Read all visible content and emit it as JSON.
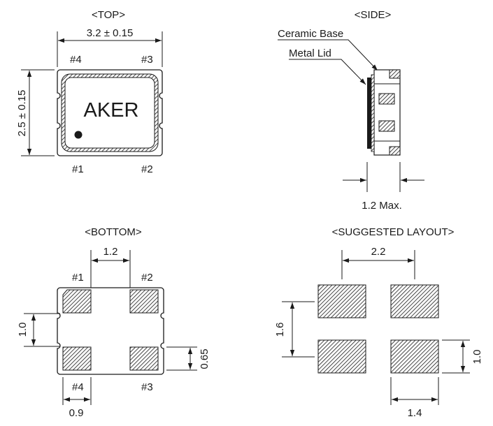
{
  "top_view": {
    "title": "<TOP>",
    "width_dim": "3.2 ± 0.15",
    "height_dim": "2.5 ± 0.15",
    "brand": "AKER",
    "pins": {
      "p4": "#4",
      "p3": "#3",
      "p1": "#1",
      "p2": "#2"
    }
  },
  "side_view": {
    "title": "<SIDE>",
    "ceramic_base": "Ceramic Base",
    "metal_lid": "Metal Lid",
    "thickness_dim": "1.2 Max."
  },
  "bottom_view": {
    "title": "<BOTTOM>",
    "pad_pitch_x": "1.2",
    "pad_pitch_y": "1.0",
    "pad_height": "0.65",
    "pad_width": "0.9",
    "pins": {
      "p1": "#1",
      "p2": "#2",
      "p4": "#4",
      "p3": "#3"
    }
  },
  "suggested_layout": {
    "title": "<SUGGESTED LAYOUT>",
    "pitch_x": "2.2",
    "span_y": "1.6",
    "pad_height": "1.0",
    "pad_width": "1.4"
  },
  "colors": {
    "line": "#1a1a1a",
    "hatch": "#1a1a1a",
    "background": "#ffffff"
  }
}
